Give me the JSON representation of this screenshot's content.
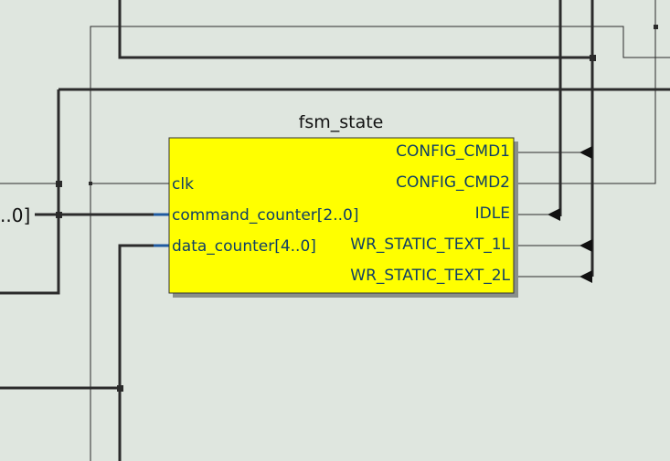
{
  "colors": {
    "background": "#dfe6df",
    "block_fill": "#ffff00",
    "block_border": "#333333",
    "block_shadow": "#8a8f8a",
    "wire": "#2b2b2b",
    "port_text": "#0f3f66",
    "port_stub": "#1f5aa0"
  },
  "block": {
    "title": "fsm_state",
    "inputs": [
      {
        "label": "clk",
        "type": "single"
      },
      {
        "label": "command_counter[2..0]",
        "type": "bus"
      },
      {
        "label": "data_counter[4..0]",
        "type": "bus"
      }
    ],
    "outputs": [
      {
        "label": "CONFIG_CMD1"
      },
      {
        "label": "CONFIG_CMD2"
      },
      {
        "label": "IDLE"
      },
      {
        "label": "WR_STATIC_TEXT_1L"
      },
      {
        "label": "WR_STATIC_TEXT_2L"
      }
    ]
  },
  "offscreen_label": "..0]"
}
